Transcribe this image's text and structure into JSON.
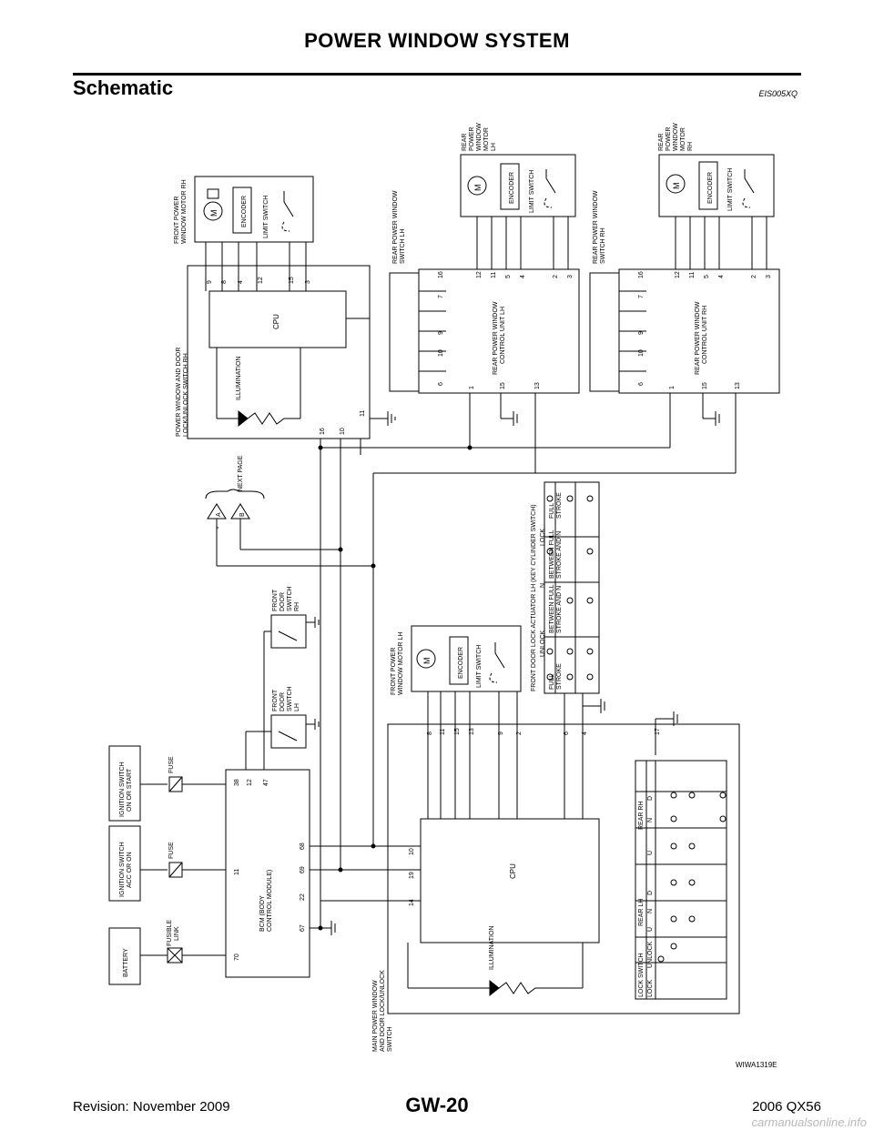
{
  "header": {
    "title": "POWER WINDOW SYSTEM"
  },
  "section": {
    "title": "Schematic",
    "code": "EIS005XQ"
  },
  "figure_code": "WIWA1319E",
  "footer": {
    "left": "Revision: November 2009",
    "center": "GW-20",
    "right": "2006 QX56",
    "watermark": "carmanualsonline.info"
  },
  "labels": {
    "battery": "BATTERY",
    "fusible_link": [
      "FUSIBLE",
      "LINK"
    ],
    "fuse": "FUSE",
    "ign_acc": [
      "IGNITION SWITCH",
      "ACC OR ON"
    ],
    "ign_on": [
      "IGNITION SWITCH",
      "ON OR START"
    ],
    "bcm": [
      "BCM (BODY",
      "CONTROL MODULE)"
    ],
    "front_door_sw_lh": [
      "FRONT",
      "DOOR",
      "SWITCH",
      "LH"
    ],
    "front_door_sw_rh": [
      "FRONT",
      "DOOR",
      "SWITCH",
      "RH"
    ],
    "next_page": "NEXT PAGE",
    "conn_a": "A",
    "conn_b": "B",
    "pw_rh_switch": [
      "POWER WINDOW AND DOOR",
      "LOCK/UNLOCK SWITCH RH"
    ],
    "front_motor_rh": [
      "FRONT POWER",
      "WINDOW MOTOR RH"
    ],
    "front_motor_lh": [
      "FRONT POWER",
      "WINDOW MOTOR LH"
    ],
    "main_switch": [
      "MAIN POWER WINDOW",
      "AND DOOR LOCK/UNLOCK",
      "SWITCH"
    ],
    "rear_sw_lh": [
      "REAR POWER WINDOW",
      "SWITCH LH"
    ],
    "rear_sw_rh": [
      "REAR POWER WINDOW",
      "SWITCH RH"
    ],
    "rear_ctrl_lh": [
      "REAR POWER WINDOW",
      "CONTROL UNIT LH"
    ],
    "rear_ctrl_rh": [
      "REAR POWER WINDOW",
      "CONTROL UNIT RH"
    ],
    "rear_motor_lh": [
      "REAR",
      "POWER",
      "WINDOW",
      "MOTOR",
      "LH"
    ],
    "rear_motor_rh": [
      "REAR",
      "POWER",
      "WINDOW",
      "MOTOR",
      "RH"
    ],
    "cpu": "CPU",
    "illumination": "ILLUMINATION",
    "encoder": "ENCODER",
    "limit_switch": "LIMIT SWITCH",
    "motor": "M",
    "door_lock_actuator": "FRONT DOOR LOCK ACTUATOR LH (KEY CYLINDER SWITCH)",
    "unlock": "UNLOCK",
    "lock": "LOCK",
    "n": "N",
    "full_stroke": [
      "FULL",
      "STROKE"
    ],
    "between_full": [
      "BETWEEN FULL",
      "STROKE AND N"
    ],
    "lock_switch": "LOCK SWITCH",
    "lock_col": "LOCK",
    "unlock_col": "UNLOCK",
    "rear_lh": "REAR LH",
    "rear_rh": "REAR RH",
    "u": "U",
    "d": "D"
  },
  "pins": {
    "bcm": [
      "38",
      "12",
      "47",
      "11",
      "68",
      "69",
      "22",
      "67",
      "70"
    ],
    "main_switch": [
      "8",
      "11",
      "15",
      "13",
      "9",
      "2",
      "6",
      "4",
      "17",
      "10",
      "19",
      "14"
    ],
    "pw_rh_switch": [
      "9",
      "8",
      "4",
      "12",
      "15",
      "3",
      "16",
      "10",
      "11"
    ],
    "rear_lh": [
      "16",
      "7",
      "9",
      "10",
      "6",
      "12",
      "11",
      "5",
      "4",
      "2",
      "3",
      "1",
      "15",
      "13"
    ],
    "rear_rh": [
      "16",
      "7",
      "9",
      "10",
      "6",
      "12",
      "11",
      "5",
      "4",
      "2",
      "3",
      "1",
      "15",
      "13"
    ]
  }
}
